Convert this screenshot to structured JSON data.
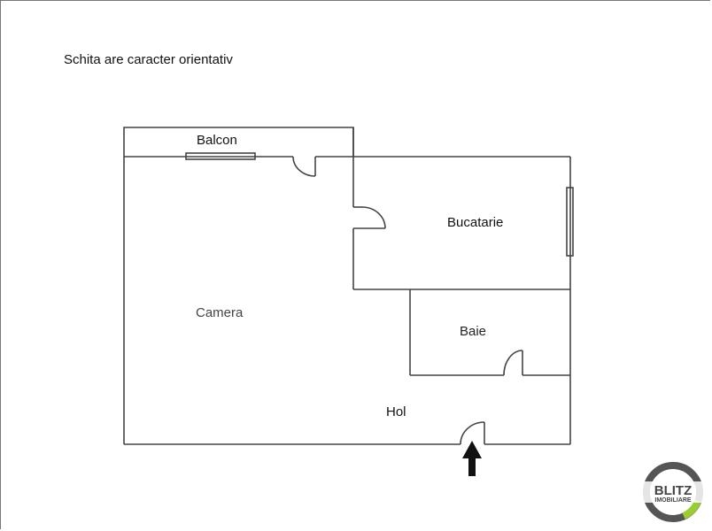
{
  "title": "Schita are caracter orientativ",
  "rooms": {
    "balcon": "Balcon",
    "bucatarie": "Bucatarie",
    "camera": "Camera",
    "baie": "Baie",
    "hol": "Hol"
  },
  "logo": {
    "line1": "BLITZ",
    "line2": "IMOBILIARE",
    "ring_color": "#555555",
    "accent_color": "#9ACD32"
  },
  "icons": [
    "entrance-arrow-icon",
    "door-swing-icon",
    "window-icon"
  ]
}
